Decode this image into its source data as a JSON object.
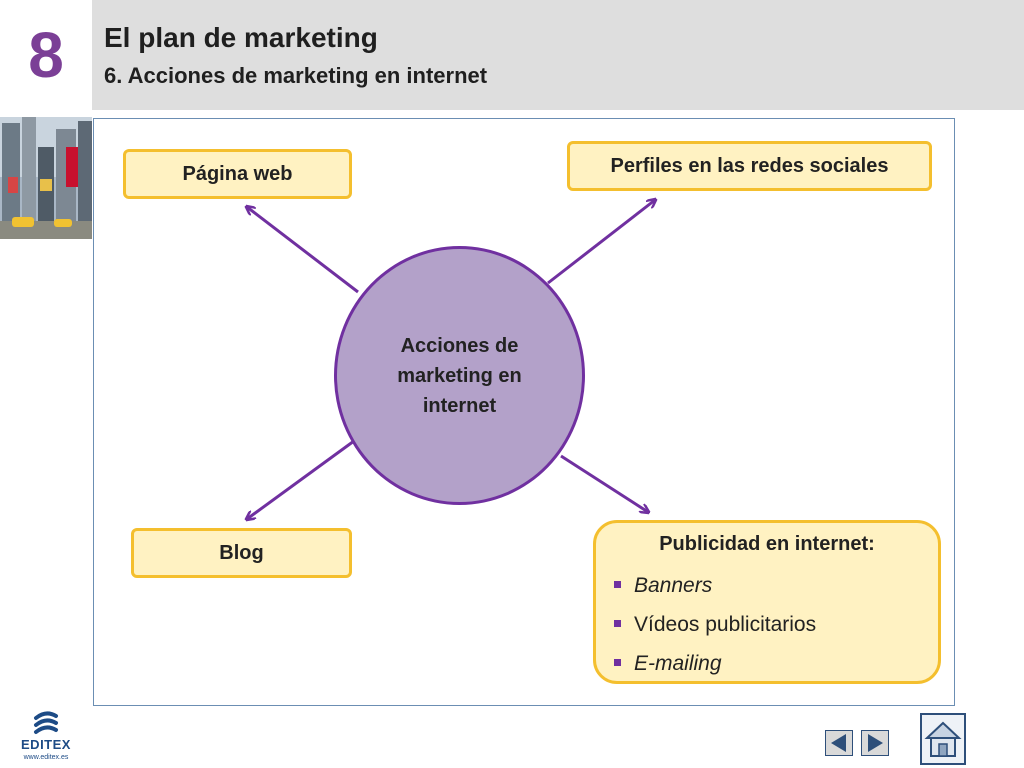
{
  "header": {
    "chapter_number": "8",
    "title": "El plan de marketing",
    "subtitle": "6. Acciones de marketing en internet"
  },
  "diagram": {
    "hub": "Acciones de marketing en internet",
    "nodes": {
      "pagina_web": "Página web",
      "perfiles": "Perfiles en las redes sociales",
      "blog": "Blog"
    },
    "publicidad": {
      "title": "Publicidad en internet:",
      "items": [
        "Banners",
        "Vídeos publicitarios",
        "E-mailing"
      ]
    },
    "colors": {
      "box_fill": "#fff2c2",
      "box_border": "#f4bf2e",
      "hub_fill": "#b3a1c9",
      "accent": "#7030a0"
    }
  },
  "footer": {
    "logo_name": "EDITEX",
    "logo_url": "www.editex.es",
    "icons": [
      "previous-icon",
      "next-icon",
      "home-icon"
    ]
  }
}
